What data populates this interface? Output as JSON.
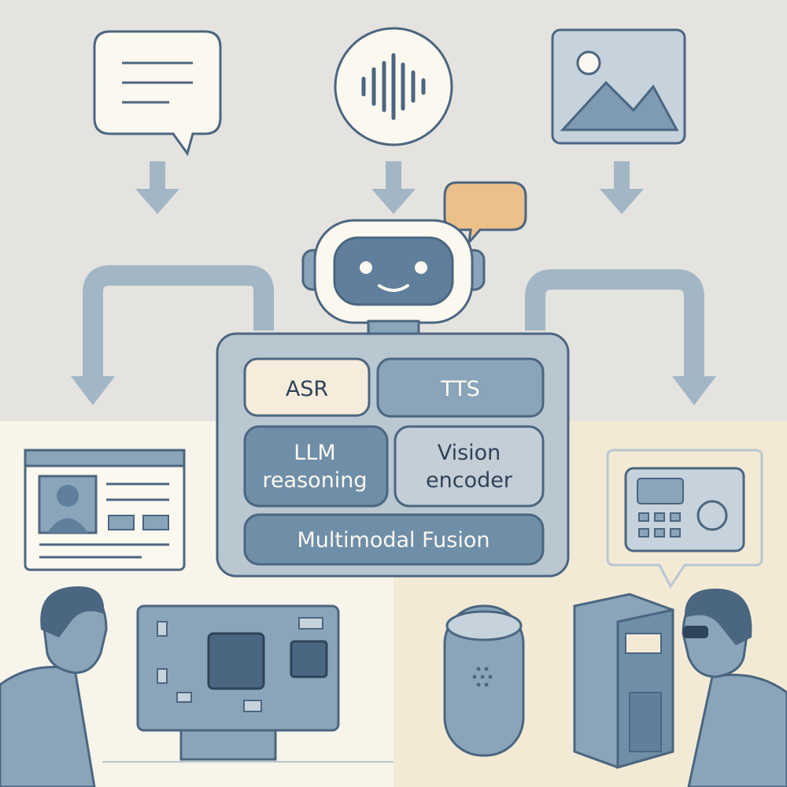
{
  "modules": {
    "asr": "ASR",
    "tts": "TTS",
    "llm_line1": "LLM",
    "llm_line2": "reasoning",
    "vision_line1": "Vision",
    "vision_line2": "encoder",
    "fusion": "Multimodal Fusion"
  },
  "inputs": [
    "text-chat-icon",
    "audio-waveform-icon",
    "image-icon"
  ],
  "colors": {
    "stroke": "#4b6680",
    "dark_blue": "#6f8ea8",
    "mid_blue": "#8aa5ba",
    "light_blue": "#b9c7d1",
    "cream": "#f6ecdc",
    "orange": "#ecc08a",
    "arrow": "#a3b6c6"
  }
}
